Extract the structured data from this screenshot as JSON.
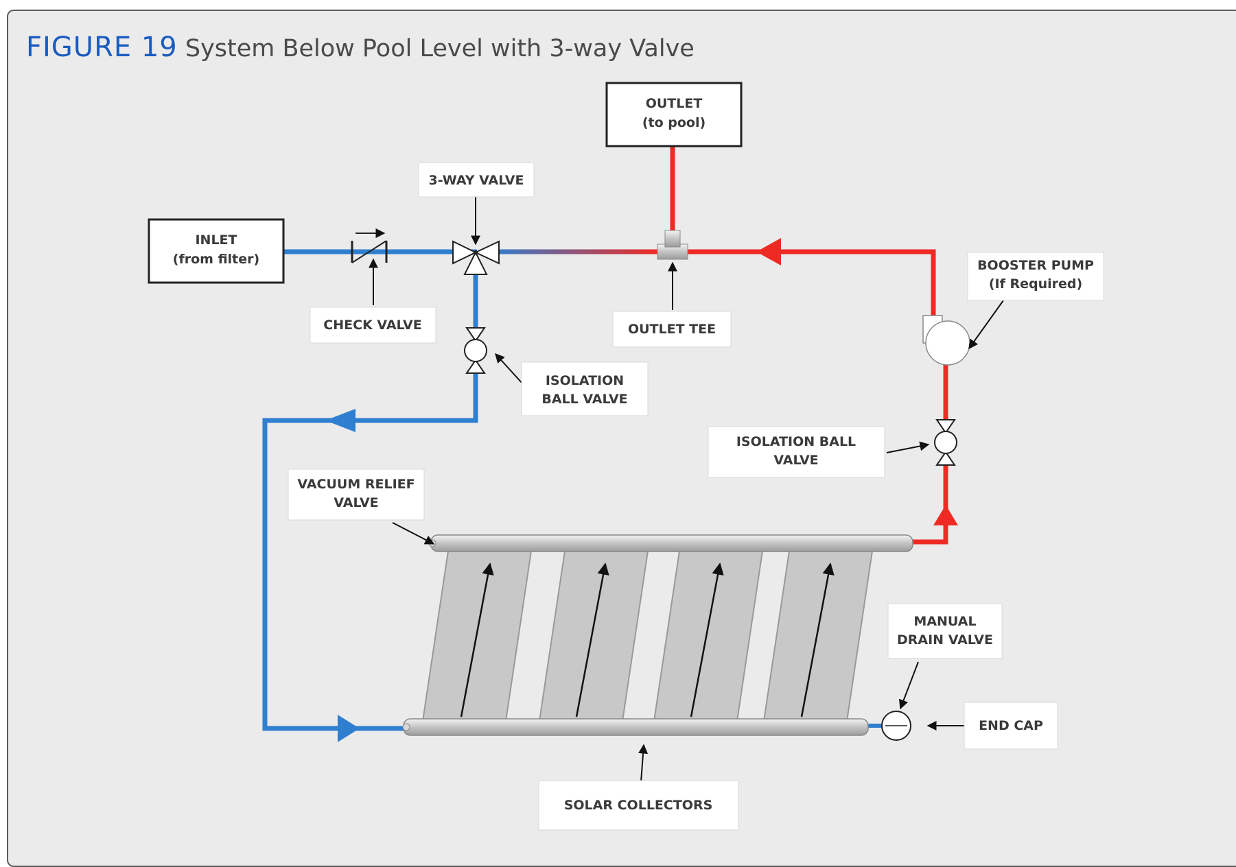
{
  "caption": {
    "figure": "FIGURE 19",
    "title": "System Below Pool Level with 3-way Valve"
  },
  "labels": {
    "outlet": [
      "OUTLET",
      "(to pool)"
    ],
    "inlet": [
      "INLET",
      "(from filter)"
    ],
    "three_way_valve": "3-WAY VALVE",
    "check_valve": "CHECK VALVE",
    "outlet_tee": "OUTLET TEE",
    "booster_pump": [
      "BOOSTER PUMP",
      "(If Required)"
    ],
    "isolation_ball_valve_left": [
      "ISOLATION",
      "BALL VALVE"
    ],
    "isolation_ball_valve_right": [
      "ISOLATION BALL",
      "VALVE"
    ],
    "vacuum_relief_valve": [
      "VACUUM RELIEF",
      "VALVE"
    ],
    "manual_drain_valve": [
      "MANUAL",
      "DRAIN VALVE"
    ],
    "end_cap": "END CAP",
    "solar_collectors": "SOLAR COLLECTORS"
  },
  "colors": {
    "cold": "#2f7fd0",
    "hot": "#ef2a24",
    "box_border": "#222222",
    "label_bg": "#ffffff"
  }
}
